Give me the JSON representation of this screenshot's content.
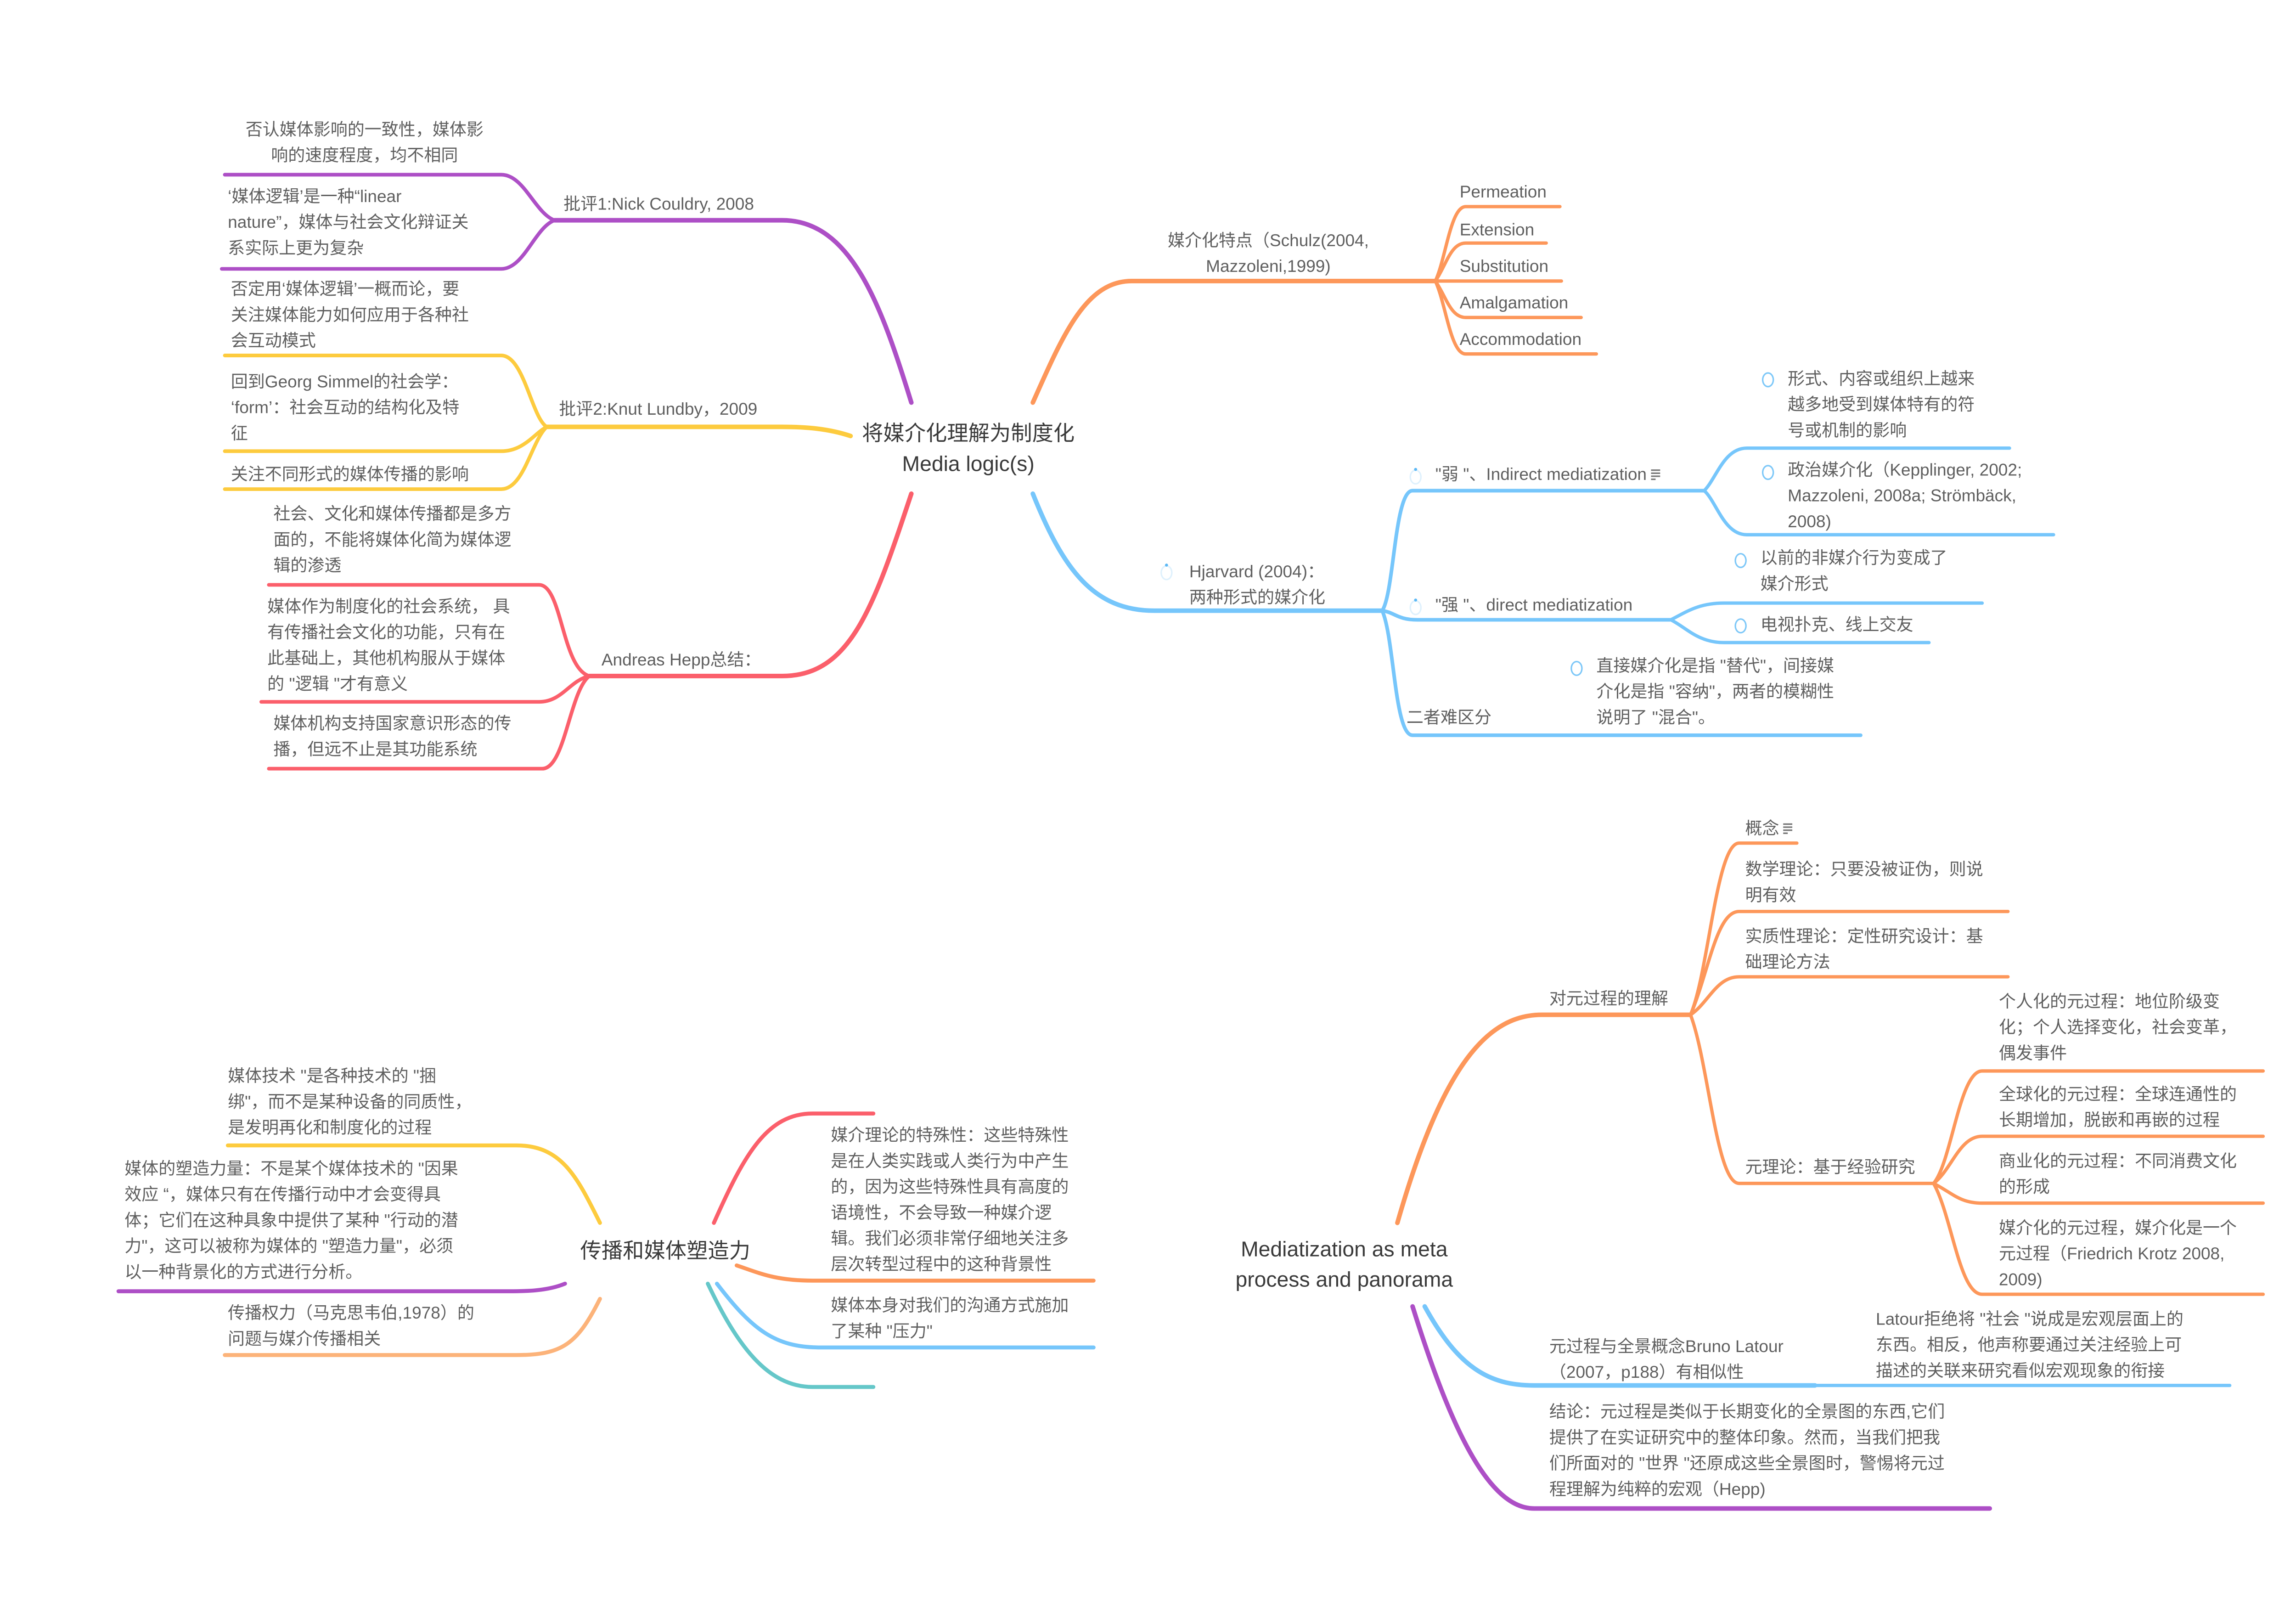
{
  "colors": {
    "purple": "#ad4fc6",
    "yellow": "#fdcb3e",
    "red": "#fb5f6b",
    "orange": "#fd975a",
    "blue": "#76c6fb",
    "teal": "#65c7c9",
    "peach": "#fcb37a",
    "text": "#5f5f5f"
  },
  "maps": [
    {
      "root": "将媒介化理解为制度化\nMedia logic(s)",
      "branches": [
        {
          "label": "批评1:Nick Couldry, 2008",
          "color": "purple",
          "children": [
            "否认媒体影响的一致性，媒体影\n响的速度程度，均不相同",
            "‘媒体逻辑’是一种“linear\nnature”，媒体与社会文化辩证关\n系实际上更为复杂"
          ]
        },
        {
          "label": "批评2:Knut Lundby，2009",
          "color": "yellow",
          "children": [
            "否定用‘媒体逻辑’一概而论，要\n关注媒体能力如何应用于各种社\n会互动模式",
            "回到Georg Simmel的社会学：\n‘form’：社会互动的结构化及特\n征",
            "关注不同形式的媒体传播的影响"
          ]
        },
        {
          "label": "Andreas Hepp总结：",
          "color": "red",
          "children": [
            "社会、文化和媒体传播都是多方\n面的，不能将媒体化简为媒体逻\n辑的渗透",
            "媒体作为制度化的社会系统， 具\n有传播社会文化的功能，只有在\n此基础上，其他机构服从于媒体\n的 \"逻辑 \"才有意义",
            "媒体机构支持国家意识形态的传\n播，但远不止是其功能系统"
          ]
        },
        {
          "label": "媒介化特点（Schulz(2004,\nMazzoleni,1999)",
          "color": "orange",
          "children": [
            "Permeation",
            "Extension",
            "Substitution",
            "Amalgamation",
            "Accommodation"
          ]
        },
        {
          "label": "Hjarvard (2004)：\n两种形式的媒介化",
          "color": "blue",
          "children": [
            {
              "label": "\"弱 \"、Indirect mediatization",
              "has_note": true,
              "children": [
                "形式、内容或组织上越来\n越多地受到媒体特有的符\n号或机制的影响",
                "政治媒介化（Kepplinger, 2002;\nMazzoleni, 2008a; Strömbäck,\n2008)"
              ]
            },
            {
              "label": "\"强 \"、direct mediatization",
              "children": [
                "以前的非媒介行为变成了\n媒介形式",
                "电视扑克、线上交友"
              ]
            },
            {
              "label": "二者难区分",
              "children": [
                "直接媒介化是指 \"替代\"，间接媒\n介化是指 \"容纳\"，两者的模糊性\n说明了 \"混合\"。"
              ]
            }
          ]
        }
      ]
    },
    {
      "root": "传播和媒体塑造力",
      "branches": [
        {
          "label": "媒体技术 \"是各种技术的 \"捆\n绑\"，而不是某种设备的同质性，\n是发明再化和制度化的过程",
          "color": "yellow"
        },
        {
          "label": "媒体的塑造力量：不是某个媒体技术的 \"因果\n效应 “，媒体只有在传播行动中才会变得具\n体；它们在这种具象中提供了某种 \"行动的潜\n力\"，这可以被称为媒体的 \"塑造力量\"，必须\n以一种背景化的方式进行分析。",
          "color": "purple"
        },
        {
          "label": "传播权力（马克思韦伯,1978）的\n问题与媒介传播相关",
          "color": "peach"
        },
        {
          "label": "",
          "color": "red"
        },
        {
          "label": "媒介理论的特殊性：这些特殊性\n是在人类实践或人类行为中产生\n的，因为这些特殊性具有高度的\n语境性，不会导致一种媒介逻\n辑。我们必须非常仔细地关注多\n层次转型过程中的这种背景性",
          "color": "orange"
        },
        {
          "label": "媒体本身对我们的沟通方式施加\n了某种 \"压力\"",
          "color": "blue"
        },
        {
          "label": "",
          "color": "teal"
        }
      ]
    },
    {
      "root": "Mediatization as meta\nprocess and panorama",
      "branches": [
        {
          "label": "对元过程的理解",
          "color": "orange",
          "children": [
            {
              "label": "概念",
              "has_note": true
            },
            {
              "label": "数学理论：只要没被证伪，则说\n明有效"
            },
            {
              "label": "实质性理论：定性研究设计：基\n础理论方法"
            },
            {
              "label": "元理论：基于经验研究",
              "children": [
                "个人化的元过程：地位阶级变\n化；个人选择变化，社会变革，\n偶发事件",
                "全球化的元过程：全球连通性的\n长期增加，脱嵌和再嵌的过程",
                "商业化的元过程：不同消费文化\n的形成",
                "媒介化的元过程，媒介化是一个\n元过程（Friedrich Krotz 2008,\n2009)"
              ]
            }
          ]
        },
        {
          "label": "元过程与全景概念Bruno Latour\n（2007，p188）有相似性",
          "color": "blue",
          "children": [
            "Latour拒绝将 \"社会 \"说成是宏观层面上的\n东西。相反，他声称要通过关注经验上可\n描述的关联来研究看似宏观现象的衔接"
          ]
        },
        {
          "label": "结论：元过程是类似于长期变化的全景图的东西,它们\n提供了在实证研究中的整体印象。然而，当我们把我\n们所面对的 \"世界 \"还原成这些全景图时，警惕将元过\n程理解为纯粹的宏观（Hepp)",
          "color": "purple"
        }
      ]
    }
  ]
}
